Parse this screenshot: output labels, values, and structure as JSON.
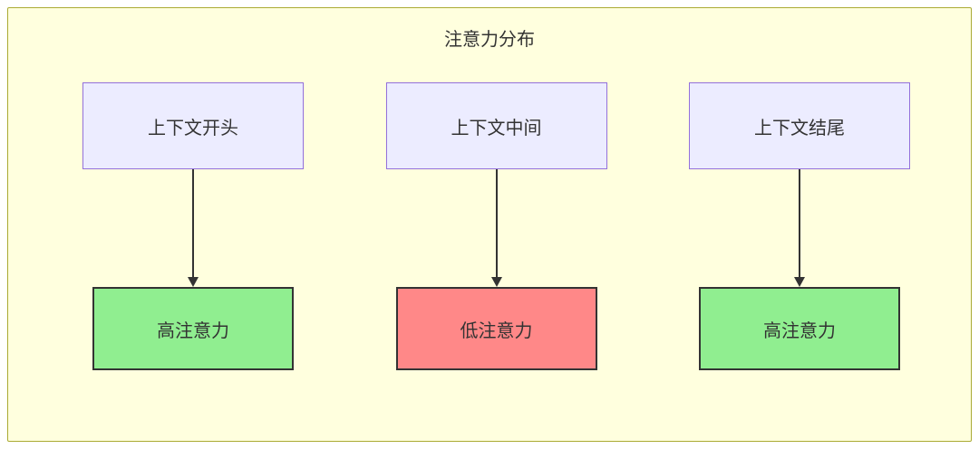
{
  "diagram": {
    "title": "注意力分布",
    "columns": [
      {
        "source": "上下文开头",
        "target": "高注意力",
        "target_type": "high"
      },
      {
        "source": "上下文中间",
        "target": "低注意力",
        "target_type": "low"
      },
      {
        "source": "上下文结尾",
        "target": "高注意力",
        "target_type": "high"
      }
    ],
    "colors": {
      "container_bg": "#ffffde",
      "container_border": "#aaaa33",
      "source_bg": "#ECECFF",
      "source_border": "#9370DB",
      "high_attention_bg": "#90EE90",
      "low_attention_bg": "#FF8888",
      "target_border": "#333333",
      "arrow": "#333333",
      "text": "#333333"
    }
  }
}
